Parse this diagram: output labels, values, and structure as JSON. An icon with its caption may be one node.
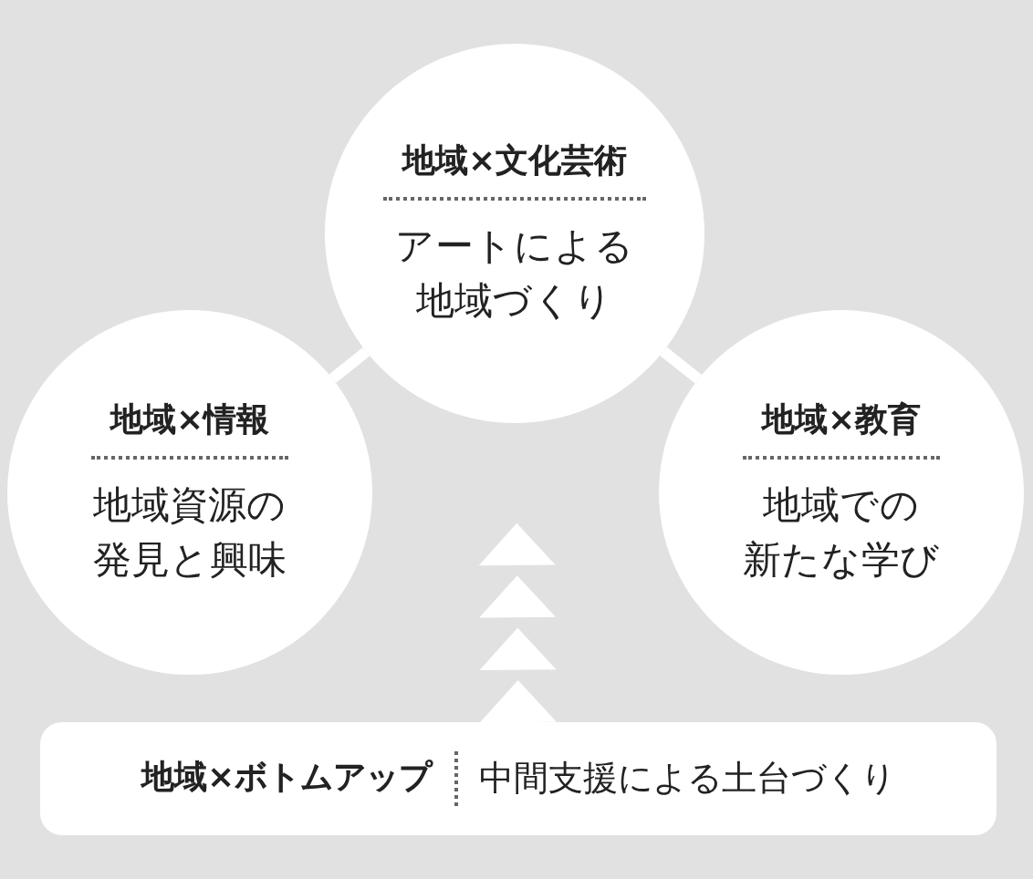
{
  "diagram": {
    "nodes": [
      {
        "text": [
          "地域×文化芸術",
          "アートによる地域づくり"
        ]
      },
      {
        "text": [
          "地域×情報",
          "地域資源の発見と興味"
        ]
      },
      {
        "text": [
          "地域×教育",
          "地域での新たな学び"
        ]
      },
      {
        "text": [
          "地域×ボトムアップ",
          "中間支援による土台づくり"
        ]
      }
    ],
    "edges": [
      {
        "from": 0,
        "to": 1,
        "arrow": "none"
      },
      {
        "from": 0,
        "to": 2,
        "arrow": "none"
      },
      {
        "from": 3,
        "to": 0,
        "arrow": "to"
      }
    ]
  }
}
